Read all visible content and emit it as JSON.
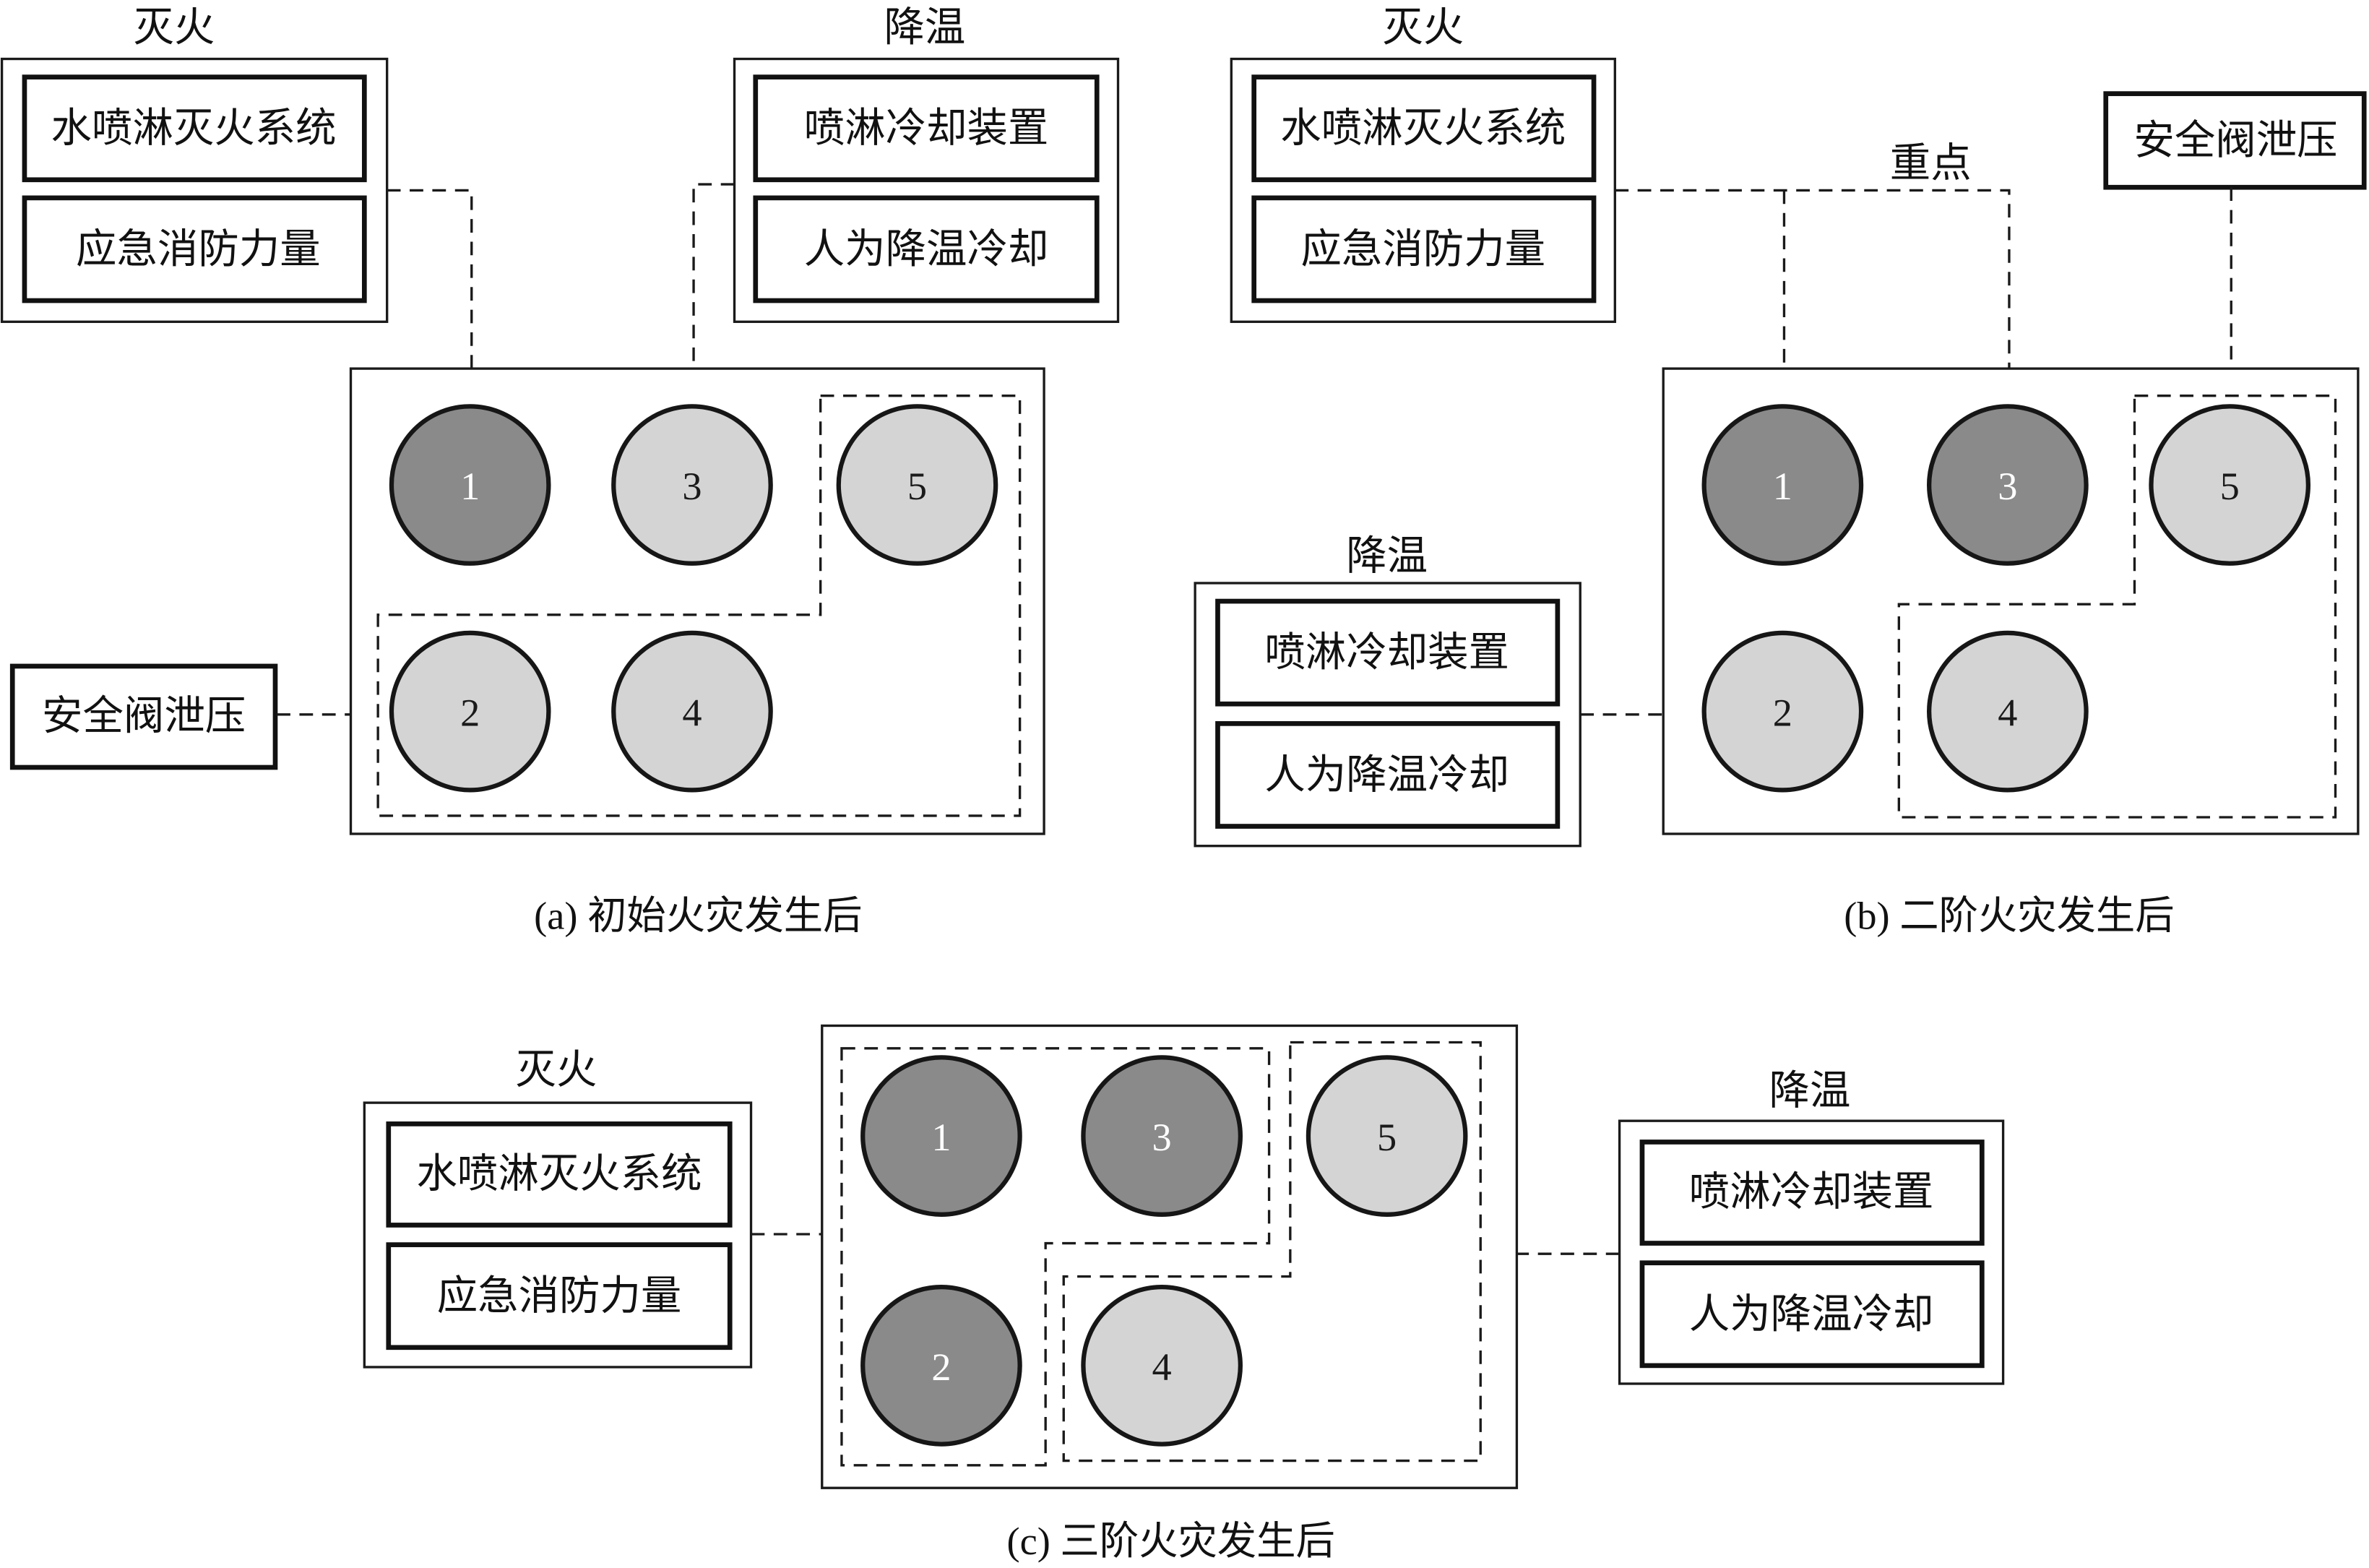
{
  "colors": {
    "burning": "#8a8a8a",
    "normal": "#d4d4d4",
    "burning_text": "#ffffff",
    "normal_text": "#1a1a1a"
  },
  "panels": [
    {
      "id": "a",
      "caption": "(a) 初始火灾发生后",
      "extinguish": {
        "title": "灭火",
        "items": [
          "水喷淋灭火系统",
          "应急消防力量"
        ]
      },
      "cooling": {
        "title": "降温",
        "items": [
          "喷淋冷却装置",
          "人为降温冷却"
        ]
      },
      "relief": {
        "label": "安全阀泄压"
      },
      "tanks": [
        {
          "num": "1",
          "state": "burning"
        },
        {
          "num": "3",
          "state": "normal"
        },
        {
          "num": "5",
          "state": "normal"
        },
        {
          "num": "2",
          "state": "normal"
        },
        {
          "num": "4",
          "state": "normal"
        }
      ]
    },
    {
      "id": "b",
      "caption": "(b) 二阶火灾发生后",
      "extinguish": {
        "title": "灭火",
        "items": [
          "水喷淋灭火系统",
          "应急消防力量"
        ]
      },
      "focus_label": "重点",
      "cooling": {
        "title": "降温",
        "items": [
          "喷淋冷却装置",
          "人为降温冷却"
        ]
      },
      "relief": {
        "label": "安全阀泄压"
      },
      "tanks": [
        {
          "num": "1",
          "state": "burning"
        },
        {
          "num": "3",
          "state": "burning"
        },
        {
          "num": "5",
          "state": "normal"
        },
        {
          "num": "2",
          "state": "normal"
        },
        {
          "num": "4",
          "state": "normal"
        }
      ]
    },
    {
      "id": "c",
      "caption": "(c) 三阶火灾发生后",
      "extinguish": {
        "title": "灭火",
        "items": [
          "水喷淋灭火系统",
          "应急消防力量"
        ]
      },
      "cooling": {
        "title": "降温",
        "items": [
          "喷淋冷却装置",
          "人为降温冷却"
        ]
      },
      "tanks": [
        {
          "num": "1",
          "state": "burning"
        },
        {
          "num": "3",
          "state": "burning"
        },
        {
          "num": "5",
          "state": "normal"
        },
        {
          "num": "2",
          "state": "burning"
        },
        {
          "num": "4",
          "state": "normal"
        }
      ]
    }
  ]
}
